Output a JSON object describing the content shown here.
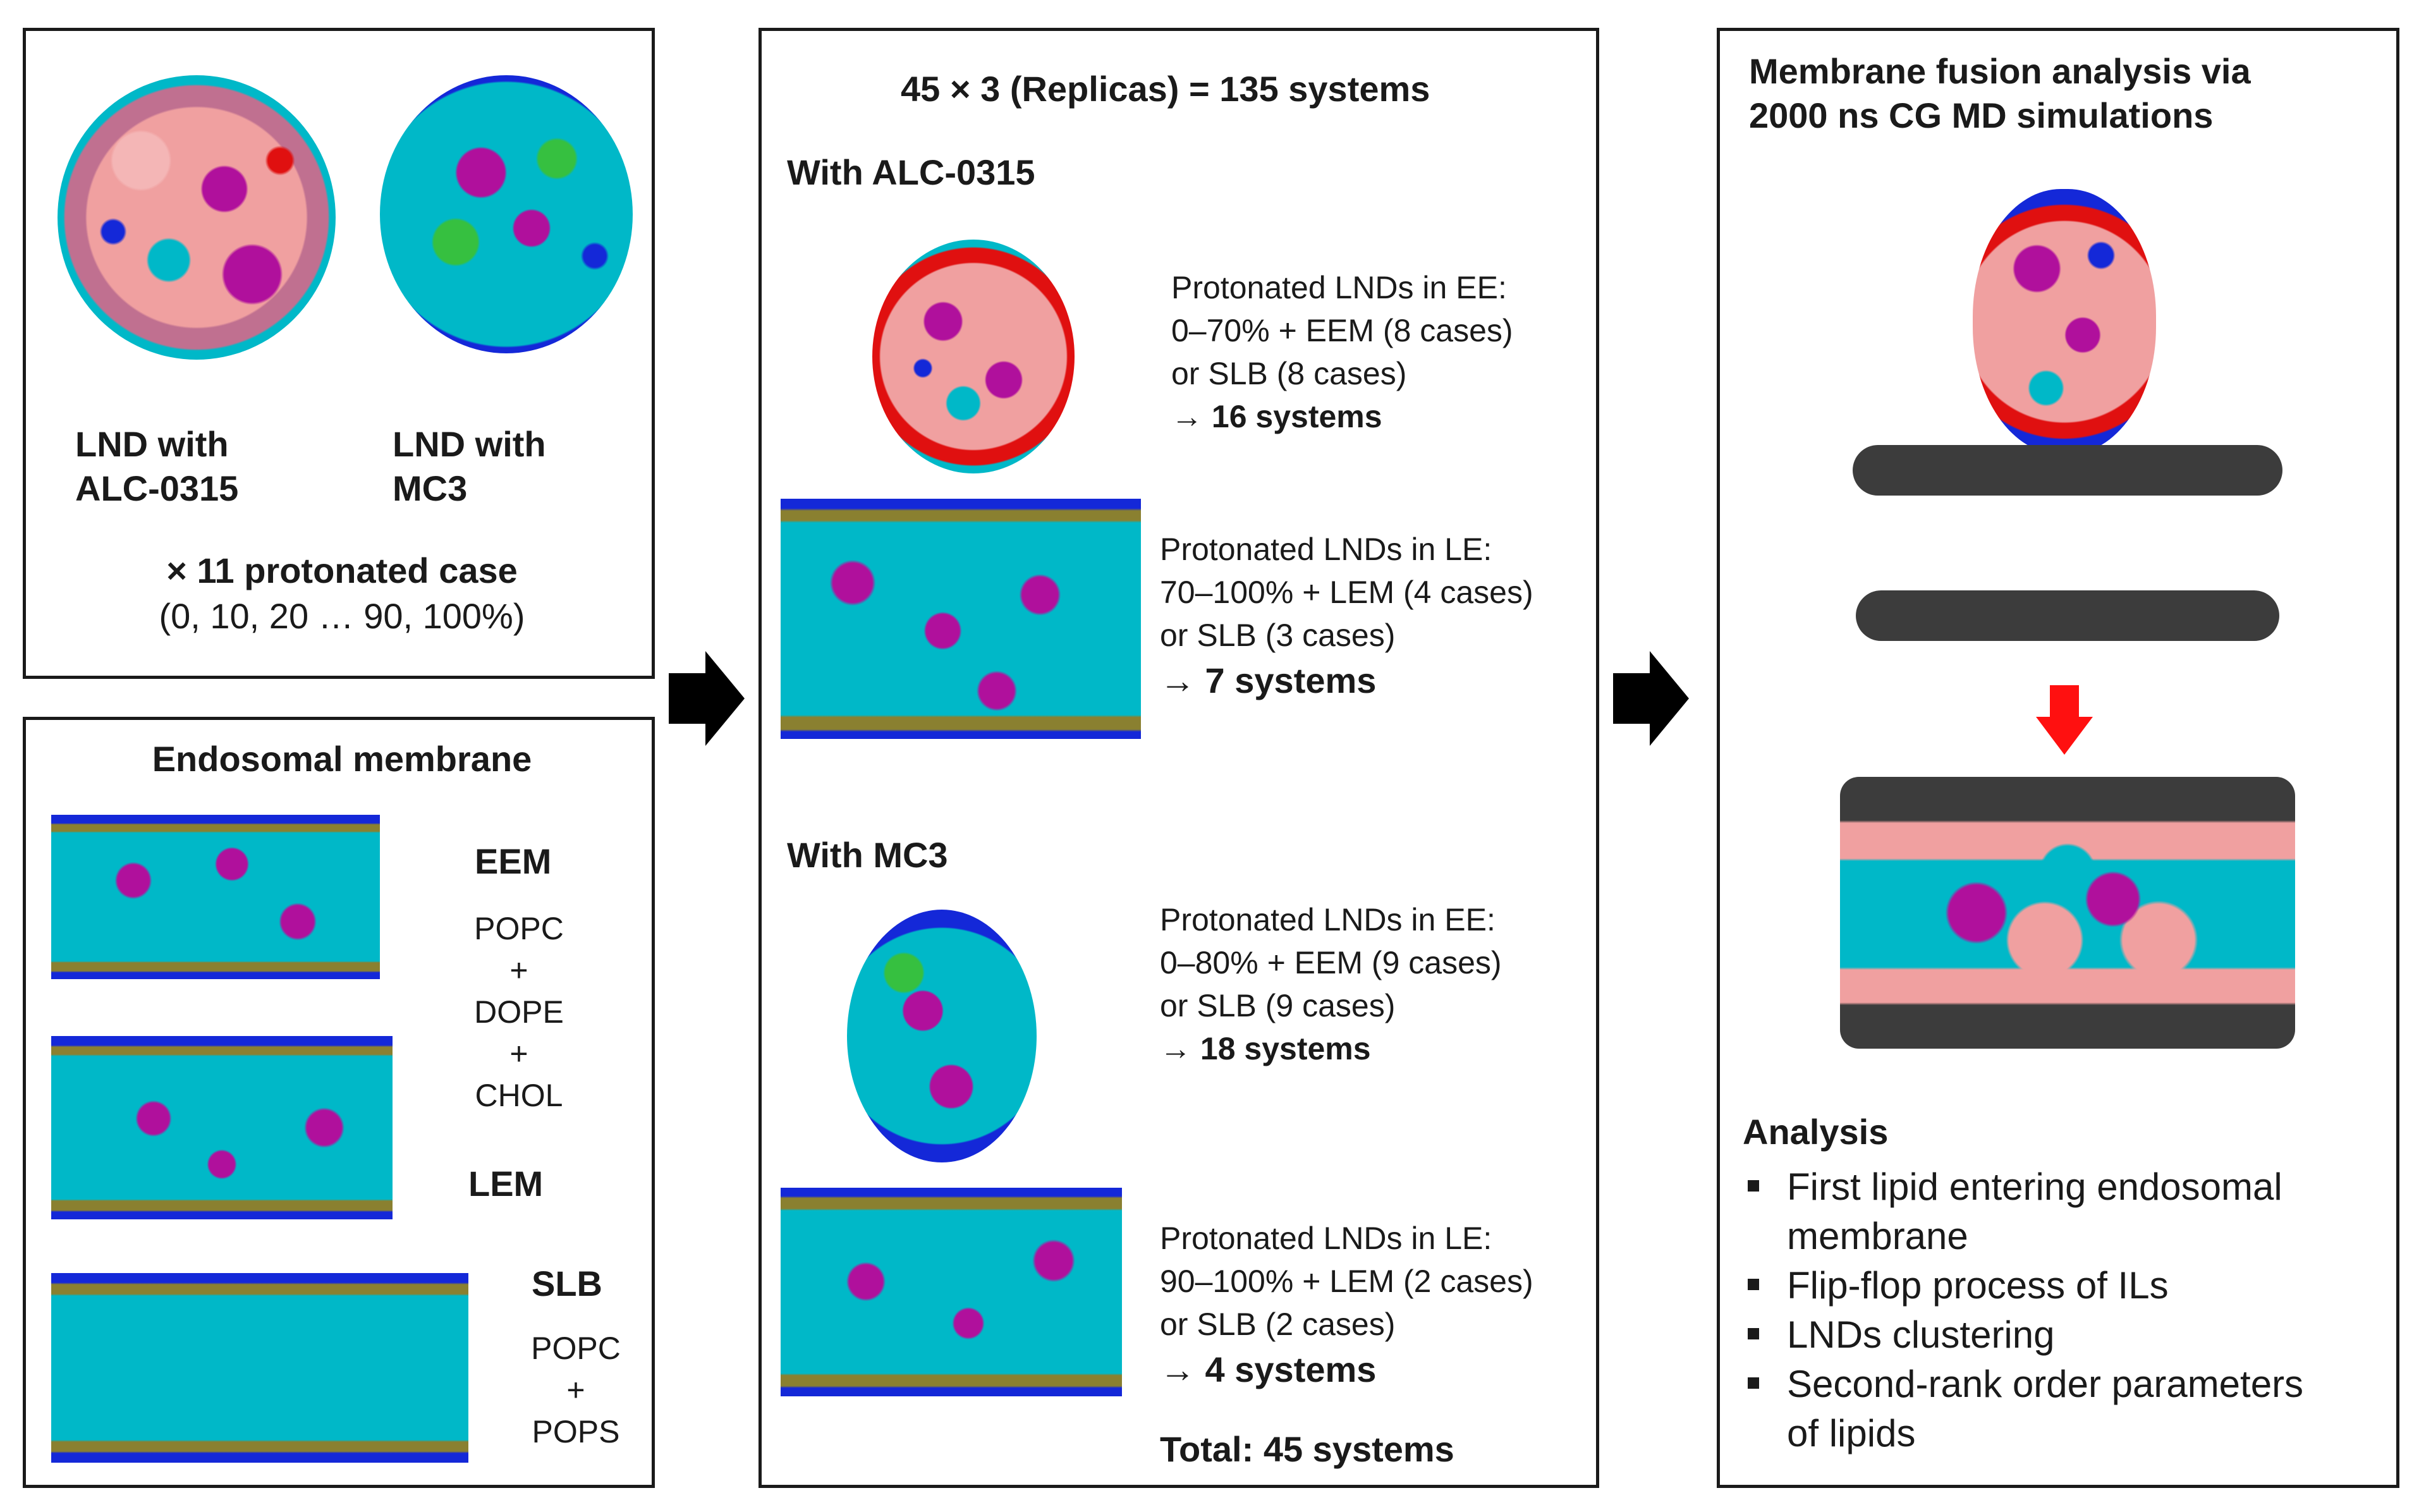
{
  "panel_lnd": {
    "label_alc": [
      "LND with",
      "ALC-0315"
    ],
    "label_mc3": [
      "LND with",
      "MC3"
    ],
    "protonated_case": "× 11 protonated case",
    "protonated_range": "(0, 10, 20 … 90, 100%)"
  },
  "panel_membrane": {
    "title": "Endosomal membrane",
    "eem": "EEM",
    "eem_components": [
      "POPC",
      "+",
      "DOPE",
      "+",
      "CHOL"
    ],
    "lem": "LEM",
    "slb": "SLB",
    "slb_components": [
      "POPC",
      "+",
      "POPS"
    ]
  },
  "panel_systems": {
    "header": "45 × 3 (Replicas) = 135 systems",
    "alc_title": "With ALC-0315",
    "alc_ee": [
      "Protonated LNDs in EE:",
      "0–70%  + EEM (8 cases)",
      "or SLB (8 cases)"
    ],
    "alc_ee_result": "→ 16 systems",
    "alc_le": [
      "Protonated LNDs in LE:",
      "70–100% + LEM (4 cases)",
      "or SLB (3 cases)"
    ],
    "alc_le_result": "→  7 systems",
    "mc3_title": "With MC3",
    "mc3_ee": [
      "Protonated LNDs in EE:",
      "0–80% + EEM (9 cases)",
      "or SLB (9 cases)"
    ],
    "mc3_ee_result": "→ 18 systems",
    "mc3_le": [
      "Protonated LNDs in LE:",
      "90–100% + LEM (2 cases)",
      "or SLB (2 cases)"
    ],
    "mc3_le_result": "→  4 systems",
    "total": "Total:  45 systems"
  },
  "panel_analysis": {
    "title": [
      "Membrane fusion analysis via",
      "2000 ns CG MD simulations"
    ],
    "analysis_title": "Analysis",
    "items": [
      [
        "First lipid entering endosomal",
        "membrane"
      ],
      [
        "Flip-flop process of ILs"
      ],
      [
        "LNDs clustering"
      ],
      [
        "Second-rank order parameters",
        "of lipids"
      ]
    ]
  },
  "colors": {
    "cyan_bead": "#00b8c8",
    "magenta_bead": "#b0109c",
    "pink_bead": "#f0a0a0",
    "blue_bead": "#1428d8",
    "olive_bead": "#8a8030",
    "green_bead": "#36c040",
    "red_bead": "#e01010",
    "gray_bead": "#3c3c3c",
    "red_arrow": "#ff1010",
    "black_arrow": "#000000"
  }
}
